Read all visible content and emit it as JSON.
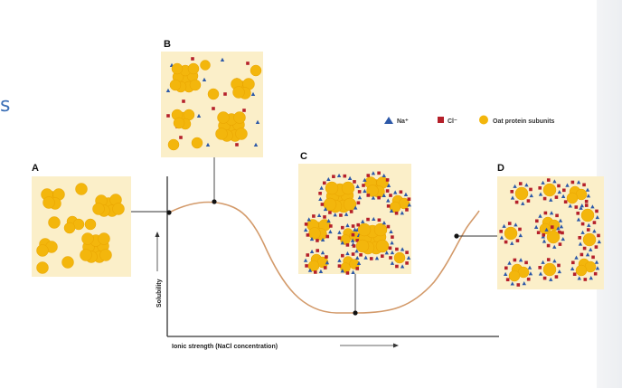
{
  "panels": {
    "a": {
      "label": "A"
    },
    "b": {
      "label": "B"
    },
    "c": {
      "label": "C"
    },
    "d": {
      "label": "D"
    }
  },
  "legend": {
    "na": {
      "text": "Na⁺",
      "color": "#2c58a8"
    },
    "cl": {
      "text": "Cl⁻",
      "color": "#b5202a"
    },
    "oat": {
      "text": "Oat protein subunits",
      "color": "#f3b60c"
    }
  },
  "axes": {
    "y_label": "Solubility",
    "x_label": "Ionic strength (NaCl concentration)"
  },
  "colors": {
    "panel_bg": "#fbefc9",
    "curve": "#d39a6a",
    "particle": "#f3b60c"
  },
  "left_glyph": "s"
}
